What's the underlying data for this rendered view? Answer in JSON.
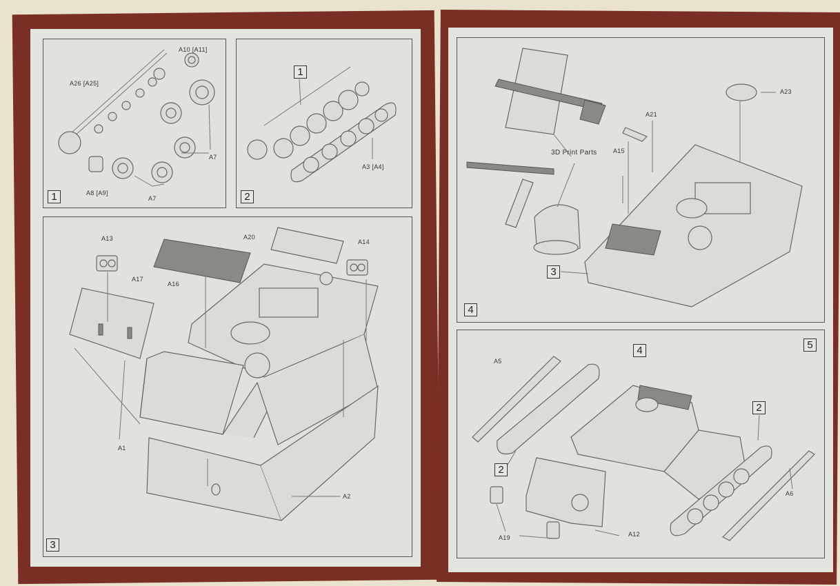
{
  "document": {
    "left_page": {
      "steps": [
        {
          "number": "1",
          "labels": [
            "A10 [A11]",
            "A26 [A25]",
            "A7",
            "A8 [A9]",
            "A7"
          ]
        },
        {
          "number": "2",
          "reference_step": "1",
          "labels": [
            "A3 [A4]"
          ]
        },
        {
          "number": "3",
          "labels": [
            "A13",
            "A20",
            "A14",
            "A17",
            "A16",
            "A1",
            "A2"
          ]
        }
      ]
    },
    "right_page": {
      "steps": [
        {
          "number": "4",
          "reference_step": "3",
          "labels": [
            "A23",
            "A21",
            "3D Print Parts",
            "A15"
          ]
        },
        {
          "number": "5",
          "reference_steps": [
            "4",
            "2",
            "2"
          ],
          "labels": [
            "A5",
            "A6",
            "A12",
            "A19"
          ]
        }
      ]
    }
  }
}
